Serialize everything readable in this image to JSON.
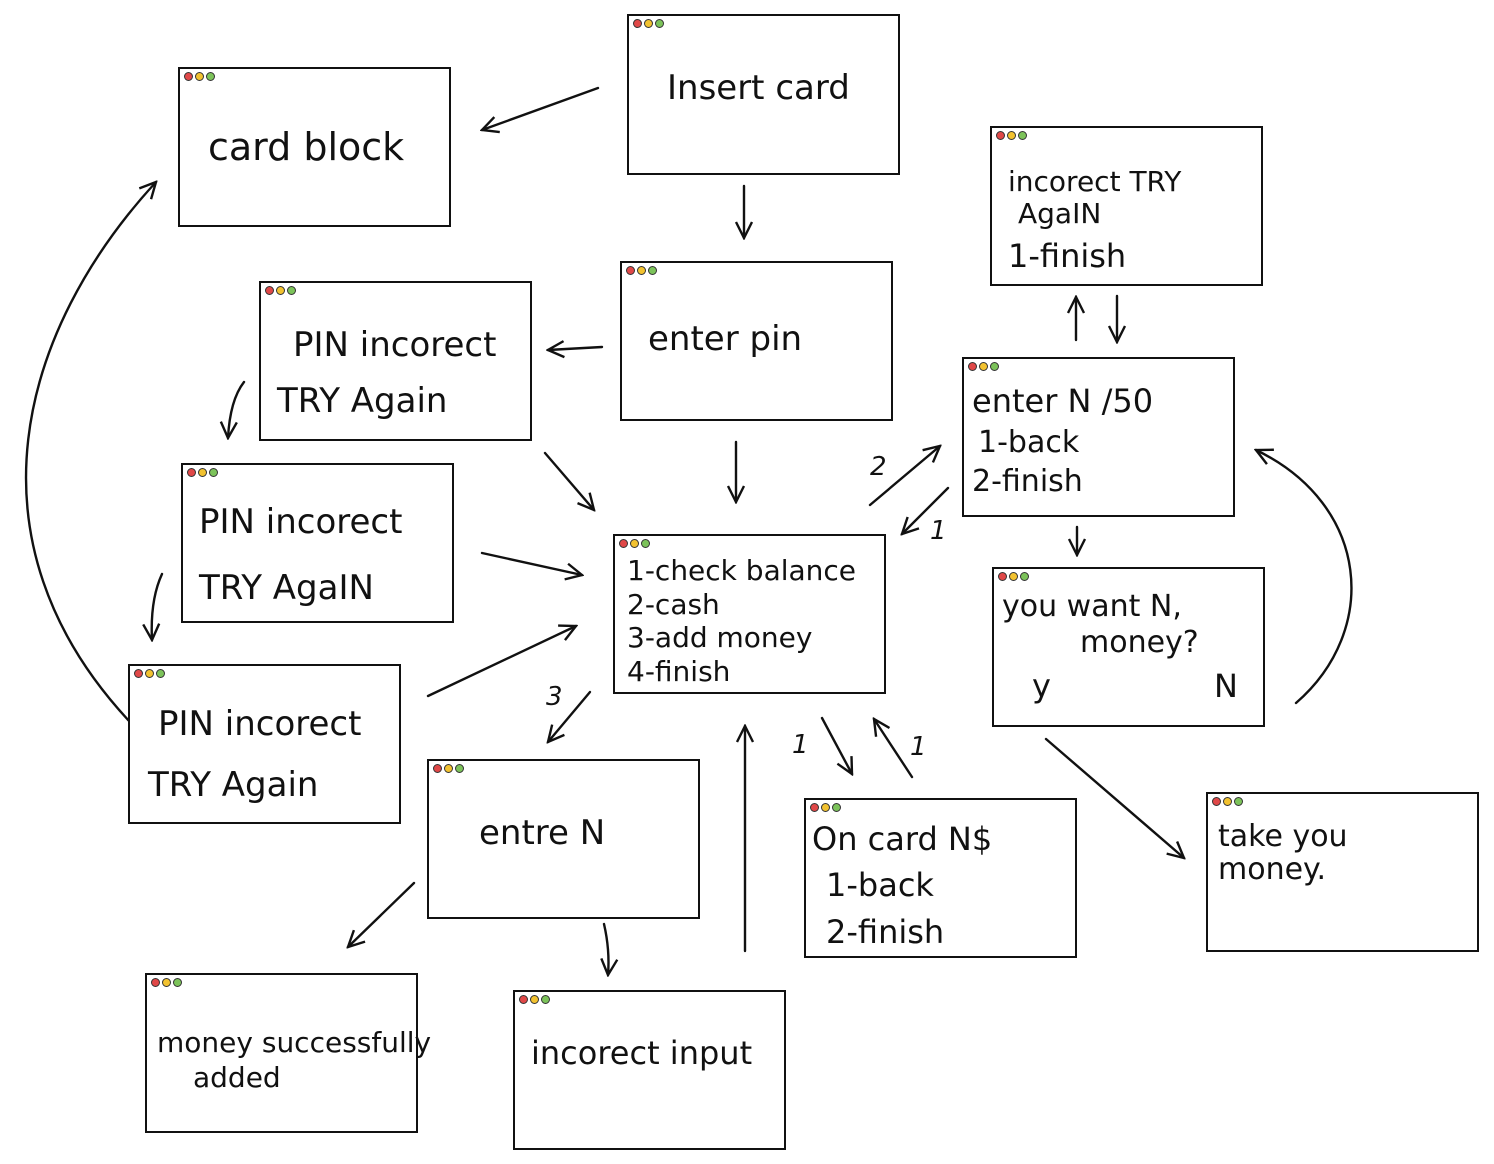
{
  "windows": {
    "insert_card": {
      "lines": [
        "Insert card"
      ]
    },
    "card_block": {
      "lines": [
        "card block"
      ]
    },
    "enter_pin": {
      "lines": [
        "enter pin"
      ]
    },
    "pin_incorrect_1": {
      "lines": [
        "PIN incorect",
        "TRY Again"
      ]
    },
    "pin_incorrect_2": {
      "lines": [
        "PIN incorect",
        "TRY AgaIN"
      ]
    },
    "pin_incorrect_3": {
      "lines": [
        "PIN incorect",
        "TRY Again"
      ]
    },
    "main_menu": {
      "lines": [
        "1-check balance",
        "2-cash",
        "3-add money",
        "4-finish"
      ]
    },
    "incorrect_try": {
      "lines": [
        "incorect TRY",
        "AgaIN",
        "1-finish"
      ]
    },
    "enter_n50": {
      "lines": [
        "enter N /50",
        "1-back",
        "2-finish"
      ]
    },
    "you_want": {
      "lines": [
        "you want N,",
        "money?"
      ],
      "yes": "y",
      "no": "N"
    },
    "take_money": {
      "lines": [
        "take you",
        "money."
      ]
    },
    "on_card": {
      "lines": [
        "On card N$",
        "1-back",
        "2-finish"
      ]
    },
    "enter_n": {
      "lines": [
        "entre N"
      ]
    },
    "money_added": {
      "lines": [
        "money successfully",
        "added"
      ]
    },
    "incorrect_input": {
      "lines": [
        "incorect input"
      ]
    }
  },
  "edge_labels": {
    "to_enter_n50": "2",
    "from_enter_n50": "1",
    "to_enter_n": "3",
    "to_on_card": "1",
    "from_on_card": "1"
  }
}
